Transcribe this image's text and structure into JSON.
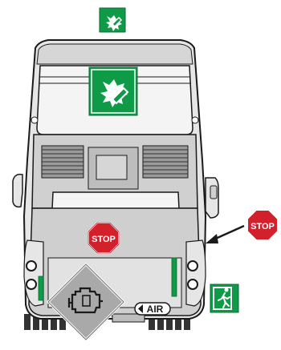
{
  "labels": {
    "stop_on_bus": "STOP",
    "stop_callout": "STOP",
    "air": "AIR"
  },
  "colors": {
    "safety_green": "#0f9a48",
    "stop_red": "#d3212b",
    "body_light": "#e6e6e6",
    "body_mid": "#c9c9c9",
    "glass": "#f4f4f4",
    "outline": "#1a1a1a",
    "engine_sign": "#a9a9a9"
  },
  "icons": {
    "top_sign": "break-glass-icon",
    "window_sign": "break-glass-icon",
    "exit_sign": "emergency-exit-icon",
    "engine_sign": "engine-icon"
  }
}
